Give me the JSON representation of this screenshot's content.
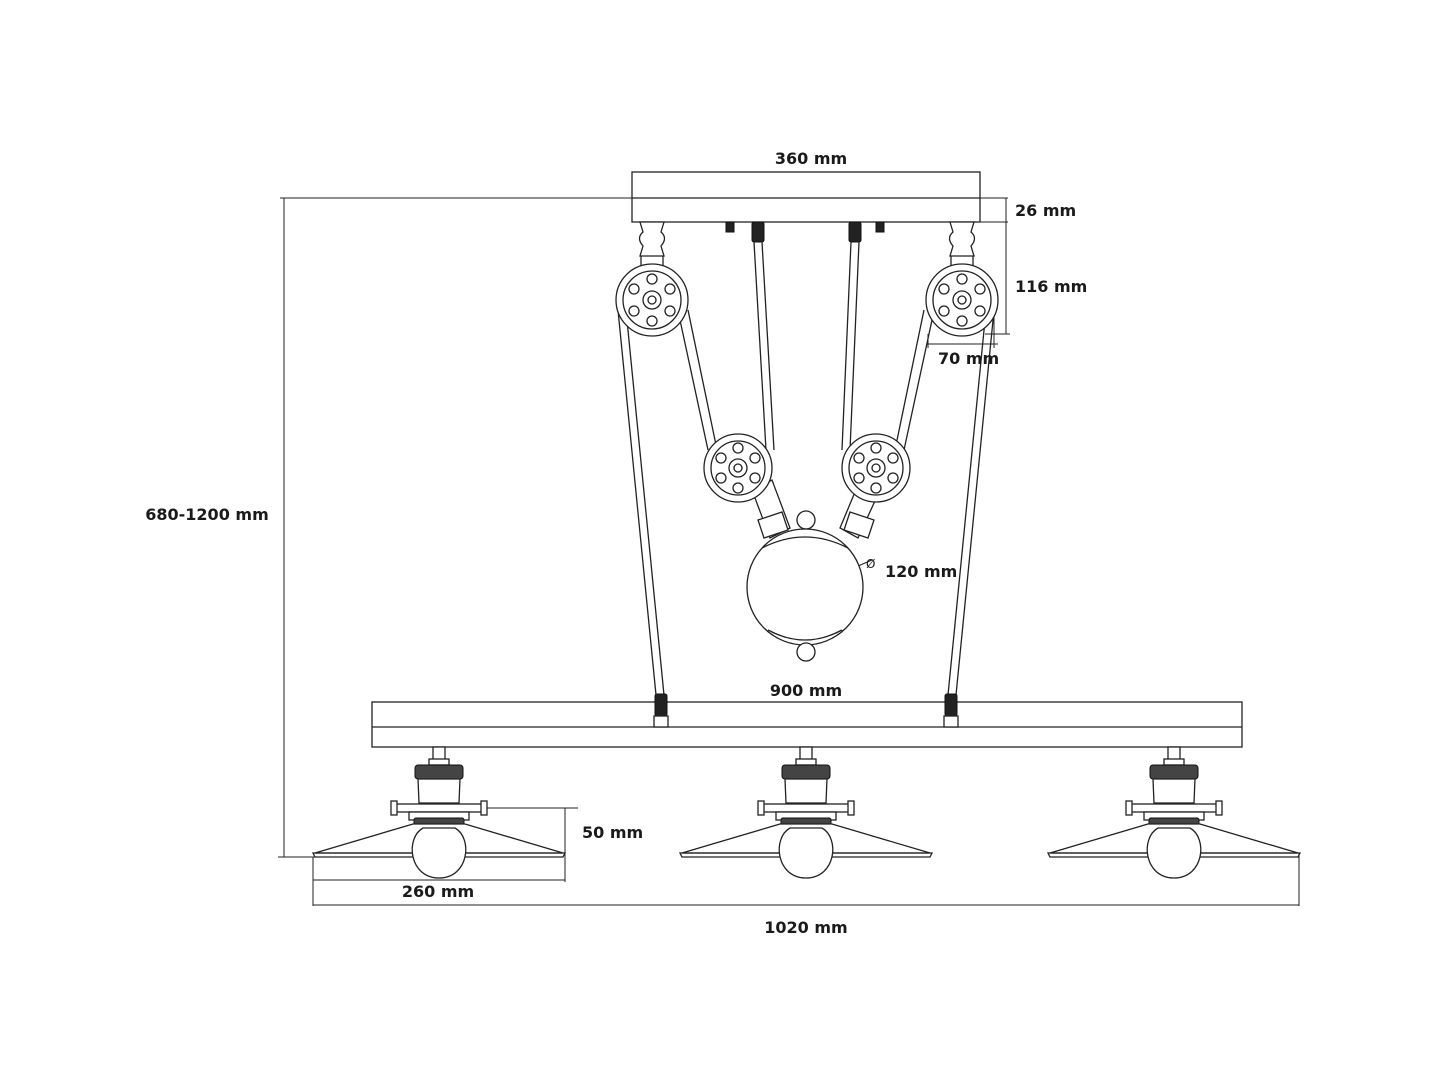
{
  "dimensions": {
    "canopy_width": "360 mm",
    "canopy_height": "26 mm",
    "pulley_drop": "116 mm",
    "pulley_width": "70 mm",
    "overall_height": "680-1200 mm",
    "weight_ball_diameter": "120 mm",
    "bar_length": "900 mm",
    "shade_height": "50 mm",
    "shade_diameter": "260 mm",
    "overall_length": "1020 mm"
  },
  "symbols": {
    "diameter": "Ø"
  }
}
